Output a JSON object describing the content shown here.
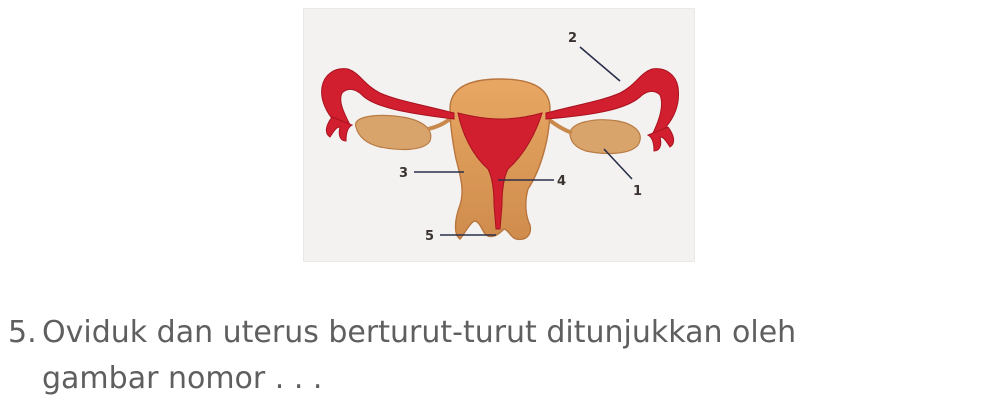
{
  "figure": {
    "labels": {
      "l1": "1",
      "l2": "2",
      "l3": "3",
      "l4": "4",
      "l5": "5"
    },
    "colors": {
      "background": "#f4f2f1",
      "uterus": "#d99658",
      "oviduct": "#d21f2f",
      "ovary": "#d9a46c"
    }
  },
  "question": {
    "number": "5.",
    "line1": "Oviduk dan uterus berturut-turut ditunjukkan oleh",
    "line2": "gambar nomor . . ."
  }
}
